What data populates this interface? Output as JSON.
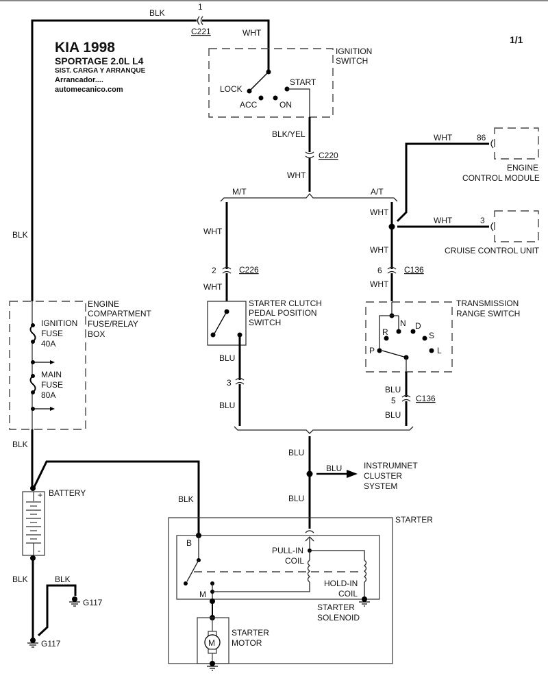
{
  "header": {
    "title": "KIA 1998",
    "model": "SPORTAGE  2.0L  L4",
    "system": "SIST. CARGA Y ARRANQUE",
    "section": "Arrancador....",
    "site": "automecanico.com",
    "page": "1/1"
  },
  "wire_colors": {
    "top_blk": "BLK",
    "left_blk": "BLK",
    "below_fuse_blk": "BLK",
    "battery_to_starter_blk": "BLK",
    "battery_neg_blk": "BLK",
    "ground_branch_blk": "BLK",
    "ign_wht": "WHT",
    "ign_out": "BLK/YEL",
    "c220_wht": "WHT",
    "mt_wht_1": "WHT",
    "mt_wht_2": "WHT",
    "at_wht_1": "WHT",
    "at_wht_2": "WHT",
    "at_wht_3": "WHT",
    "ecm_wht": "WHT",
    "ccu_wht": "WHT",
    "clutch_blu_1": "BLU",
    "clutch_blu_2": "BLU",
    "trs_blu_1": "BLU",
    "trs_blu_2": "BLU",
    "main_blu_1": "BLU",
    "main_blu_2": "BLU",
    "cluster_blu": "BLU"
  },
  "connectors": {
    "c221": {
      "name": "C221",
      "pin": "1"
    },
    "c220": {
      "name": "C220"
    },
    "c226": {
      "name": "C226",
      "pin": "2"
    },
    "clutch_pin": {
      "pin": "3"
    },
    "c136_top": {
      "name": "C136",
      "pin": "6"
    },
    "c136_bottom": {
      "name": "C136",
      "pin": "5"
    },
    "ecm_pin": "86",
    "ccu_pin": "3"
  },
  "branches": {
    "mt": "M/T",
    "at": "A/T"
  },
  "components": {
    "ignition_switch": {
      "label1": "IGNITION",
      "label2": "SWITCH",
      "positions": [
        "LOCK",
        "ACC",
        "ON",
        "START"
      ]
    },
    "ecm": {
      "label1": "ENGINE",
      "label2": "CONTROL MODULE"
    },
    "ccu": {
      "label": "CRUISE CONTROL UNIT"
    },
    "fuse_box": {
      "label1": "ENGINE",
      "label2": "COMPARTMENT",
      "label3": "FUSE/RELAY",
      "label4": "BOX"
    },
    "ignition_fuse": {
      "l1": "IGNITION",
      "l2": "FUSE",
      "l3": "40A"
    },
    "main_fuse": {
      "l1": "MAIN",
      "l2": "FUSE",
      "l3": "80A"
    },
    "clutch_switch": {
      "l1": "STARTER CLUTCH",
      "l2": "PEDAL POSITION",
      "l3": "SWITCH"
    },
    "trs": {
      "l1": "TRANSMISSION",
      "l2": "RANGE SWITCH",
      "positions": [
        "P",
        "R",
        "N",
        "D",
        "S",
        "L"
      ]
    },
    "battery": {
      "label": "BATTERY",
      "plus": "+",
      "minus": "-"
    },
    "cluster": {
      "l1": "INSTRUMNET",
      "l2": "CLUSTER",
      "l3": "SYSTEM"
    },
    "starter": {
      "label": "STARTER"
    },
    "solenoid": {
      "l1": "STARTER",
      "l2": "SOLENOID",
      "b": "B",
      "m": "M"
    },
    "pull_in": {
      "l1": "PULL-IN",
      "l2": "COIL"
    },
    "hold_in": {
      "l1": "HOLD-IN",
      "l2": "COIL"
    },
    "motor": {
      "l1": "STARTER",
      "l2": "MOTOR",
      "symbol": "M"
    },
    "ground1": "G117",
    "ground2": "G117"
  }
}
